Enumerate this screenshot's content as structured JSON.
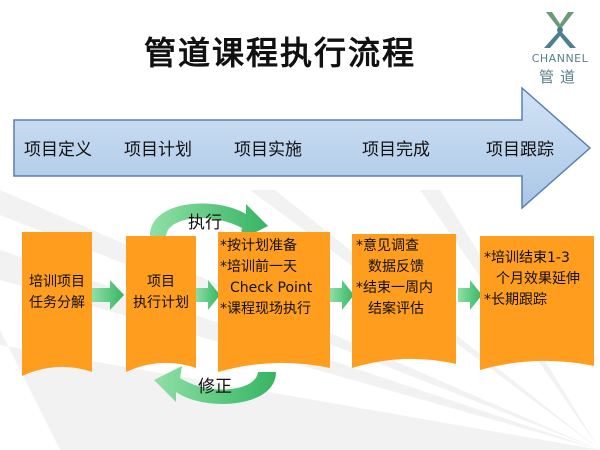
{
  "title": "管道课程执行流程",
  "logo": {
    "en": "CHANNEL",
    "cn": "管道"
  },
  "phases": [
    "项目定义",
    "项目计划",
    "项目实施",
    "项目完成",
    "项目跟踪"
  ],
  "boxes": [
    {
      "lines": [
        "培训项目",
        "任务分解"
      ]
    },
    {
      "lines": [
        "项目",
        "执行计划"
      ]
    },
    {
      "lines": [
        "*按计划准备",
        "*培训前一天",
        "Check Point",
        "*课程现场执行"
      ]
    },
    {
      "lines": [
        "*意见调查",
        "数据反馈",
        "*结束一周内",
        "结案评估"
      ]
    },
    {
      "lines": [
        "*培训结束1-3",
        "个月效果延伸",
        "*长期跟踪"
      ]
    }
  ],
  "loop": {
    "top": "执行",
    "bottom": "修正"
  },
  "colors": {
    "orange": "#ff9d1e",
    "phase_arrow": "#bcd4ee",
    "green": "#52c276",
    "logo": "#5a7f8c"
  }
}
